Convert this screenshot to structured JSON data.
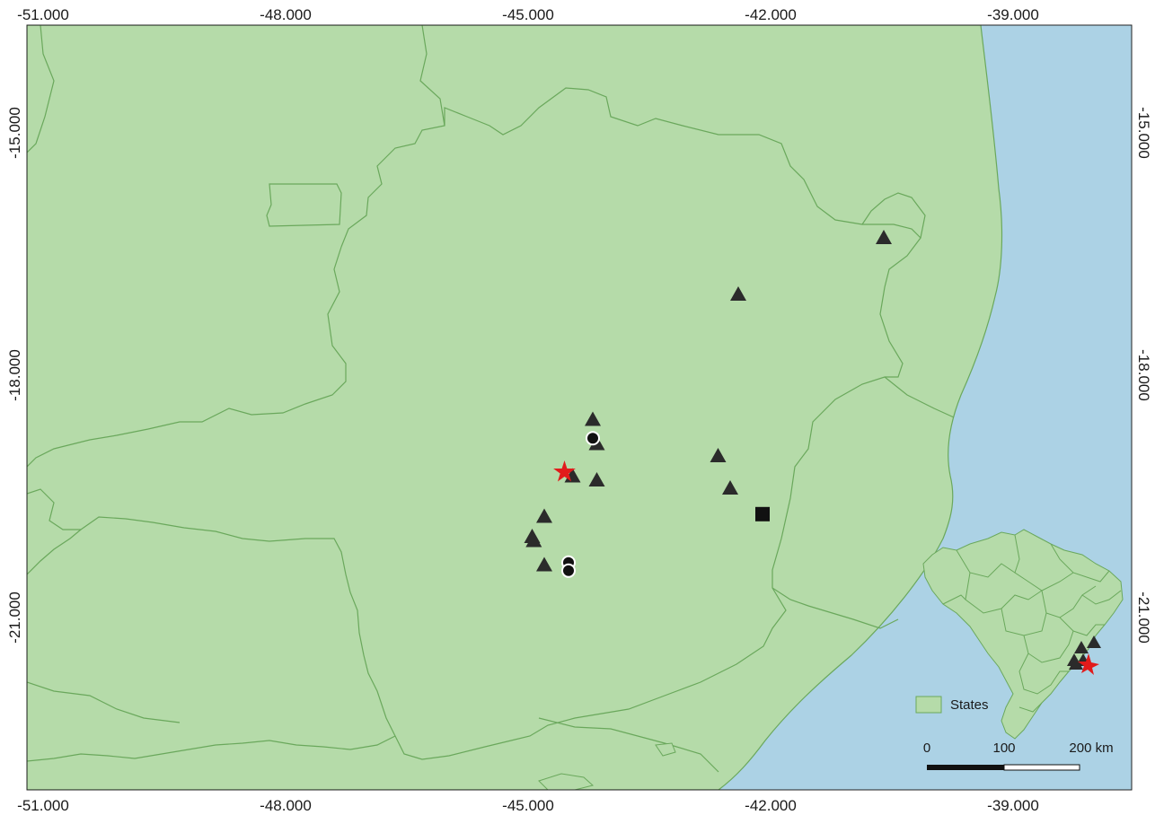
{
  "colors": {
    "land": "#b5dba9",
    "ocean": "#acd2e5",
    "border": "#6aa85c",
    "marker": "#2b2b2b",
    "highlight": "#e11b1b"
  },
  "axes": {
    "top_labels": [
      "-51.000",
      "-48.000",
      "-45.000",
      "-42.000",
      "-39.000"
    ],
    "bottom_labels": [
      "-51.000",
      "-48.000",
      "-45.000",
      "-42.000",
      "-39.000"
    ],
    "left_labels": [
      "-15.000",
      "-18.000",
      "-21.000"
    ],
    "right_labels": [
      "-15.000",
      "-18.000",
      "-21.000"
    ]
  },
  "legend": {
    "label": "States"
  },
  "scale_bar": {
    "labels": [
      "0",
      "100",
      "200 km"
    ]
  },
  "markers": {
    "triangles": [
      {
        "lon": -40.6,
        "lat": -16.3
      },
      {
        "lon": -42.4,
        "lat": -17.0
      },
      {
        "lon": -44.2,
        "lat": -18.55
      },
      {
        "lon": -44.15,
        "lat": -18.85
      },
      {
        "lon": -42.65,
        "lat": -19.0
      },
      {
        "lon": -44.45,
        "lat": -19.25
      },
      {
        "lon": -44.15,
        "lat": -19.3
      },
      {
        "lon": -42.5,
        "lat": -19.4
      },
      {
        "lon": -44.8,
        "lat": -19.75
      },
      {
        "lon": -44.95,
        "lat": -20.0
      },
      {
        "lon": -44.93,
        "lat": -20.05
      },
      {
        "lon": -44.8,
        "lat": -20.35
      }
    ],
    "circles": [
      {
        "lon": -44.2,
        "lat": -18.78
      },
      {
        "lon": -44.5,
        "lat": -20.32
      },
      {
        "lon": -44.5,
        "lat": -20.42
      }
    ],
    "squares": [
      {
        "lon": -42.1,
        "lat": -19.72
      }
    ],
    "stars": [
      {
        "lon": -44.55,
        "lat": -19.2
      }
    ]
  }
}
